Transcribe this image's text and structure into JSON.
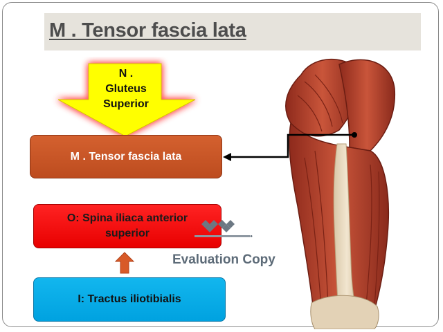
{
  "title": "M . Tensor fascia lata",
  "nerve": {
    "line1": "N .",
    "line2": "Gluteus",
    "line3": "Superior"
  },
  "muscle_box": {
    "label": "M . Tensor fascia lata"
  },
  "origin_box": {
    "label": "O: Spina iliaca anterior superior"
  },
  "insertion_box": {
    "label": "I: Tractus iliotibialis"
  },
  "watermark": {
    "text": "Evaluation Copy"
  },
  "colors": {
    "nerve_arrow": "#ffff00",
    "nerve_glow": "#ff6b6b",
    "muscle_box": "#c9562a",
    "origin_box": "#ff0000",
    "insertion_box": "#0aace8",
    "up_arrow": "#d85a28"
  }
}
